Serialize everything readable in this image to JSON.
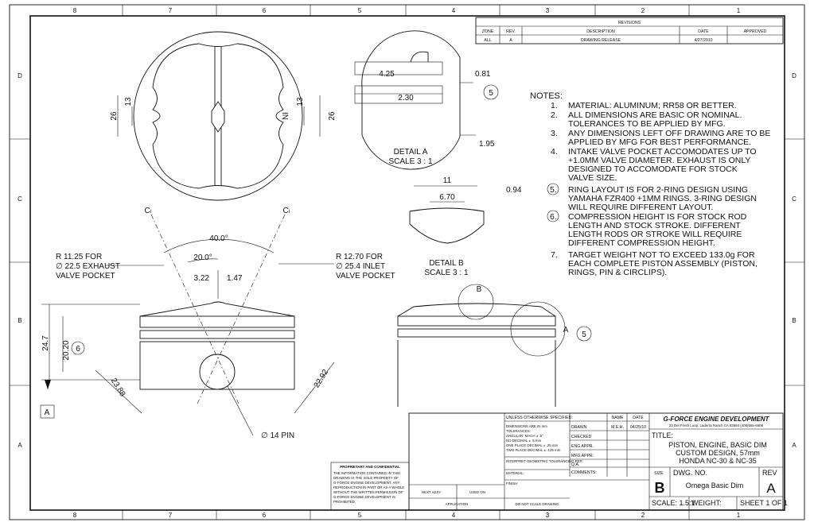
{
  "zones": {
    "columns": [
      "8",
      "7",
      "6",
      "5",
      "4",
      "3",
      "2",
      "1"
    ],
    "rows": [
      "D",
      "C",
      "B",
      "A"
    ]
  },
  "revisions": {
    "title": "REVISIONS",
    "headers": [
      "ZONE",
      "REV.",
      "DESCRIPTION",
      "DATE",
      "APPROVED"
    ],
    "rows": [
      [
        "ALL",
        "A",
        "DRAWING RELEASE",
        "4/27/2010",
        ""
      ]
    ]
  },
  "top_view": {
    "dim_26_left": "26",
    "dim_13_left": "13",
    "dim_13_right": "13",
    "dim_26_right": "26",
    "in_mark": "IN"
  },
  "detail_a": {
    "dim1": "4.25",
    "dim2": "2.30",
    "dim3": "0.81",
    "dim4": "1.95",
    "balloon": "5",
    "title": "DETAIL A",
    "scale": "SCALE 3 : 1"
  },
  "detail_b": {
    "dim1": "11",
    "dim2": "6.70",
    "dim3": "0.94",
    "title": "DETAIL B",
    "scale": "SCALE 3 : 1"
  },
  "notes": {
    "title": "NOTES:",
    "items": [
      {
        "num": "1.",
        "lines": [
          "MATERIAL: ALUMINUM; RR58 OR BETTER."
        ]
      },
      {
        "num": "2.",
        "lines": [
          "ALL DIMENSIONS ARE BASIC OR NOMINAL.",
          "TOLERANCES TO BE APPLIED BY MFG."
        ]
      },
      {
        "num": "3.",
        "lines": [
          "ANY DIMENSIONS LEFT OFF DRAWING ARE TO BE",
          "APPLIED BY MFG FOR BEST PERFORMANCE."
        ]
      },
      {
        "num": "4.",
        "lines": [
          "INTAKE VALVE POCKET ACCOMODATES UP TO",
          "+1.0MM VALVE DIAMETER.  EXHAUST IS ONLY",
          "DESIGNED TO ACCOMODATE FOR STOCK",
          "VALVE SIZE."
        ]
      },
      {
        "num": "5.",
        "lines": [
          "RING LAYOUT IS FOR 2-RING DESIGN USING",
          "YAMAHA FZR400 +1MM RINGS.  3-RING DESIGN",
          "WILL REQUIRE DIFFERENT LAYOUT."
        ]
      },
      {
        "num": "6.",
        "lines": [
          "COMPRESSION HEIGHT IS FOR STOCK ROD",
          "LENGTH AND STOCK STROKE.  DIFFERENT",
          "LENGTH RODS OR STROKE WILL REQUIRE",
          "DIFFERENT COMPRESSION HEIGHT."
        ]
      },
      {
        "num": "7.",
        "lines": [
          "TARGET WEIGHT NOT TO EXCEED 133.0g FOR",
          "EACH COMPLETE PISTON ASSEMBLY (PISTON,",
          "RINGS, PIN & CIRCLIPS)."
        ]
      }
    ]
  },
  "side_view": {
    "cl_left": "Cₗ",
    "cl_right": "Cₗ",
    "angle_40": "40.0°",
    "angle_20": "20.0°",
    "dim_322": "3.22",
    "dim_147": "1.47",
    "exhaust_lines": [
      "R 11.25 FOR",
      "∅ 22.5 EXHAUST",
      "VALVE POCKET"
    ],
    "inlet_lines": [
      "R 12.70 FOR",
      "∅ 25.4 INLET",
      "VALVE POCKET"
    ],
    "dim_247": "24.7",
    "dim_2020": "20.20",
    "balloon": "6",
    "dim_2388": "23.88",
    "dim_2292": "22.92",
    "pin": "∅ 14 PIN",
    "datum": "A"
  },
  "right_view": {
    "detail_b_label": "B",
    "detail_a_label": "A",
    "balloon": "5"
  },
  "title_block": {
    "unless": "UNLESS OTHERWISE SPECIFIED:",
    "name_hdr": "NAME",
    "date_hdr": "DATE",
    "tolerance_lines": [
      "DIMENSIONS ARE IN mm",
      "TOLERANCES:",
      "ANGULAR: MACH ± .5°",
      "NO DECIMAL        ± .5 mm",
      "ONE PLACE DECIMAL  ± .25 mm",
      "TWO PLACE DECIMAL ± .125 mm"
    ],
    "interp": "INTERPRET GEOMETRIC TOLERANCING PER:",
    "material": "MATERIAL",
    "finish": "FINISH",
    "drawn": "DRAWN",
    "drawn_name": "M.E.H.",
    "drawn_date": "04/25/10",
    "checked": "CHECKED",
    "eng_appr": "ENG APPR.",
    "mfg_appr": "MFG APPR.",
    "qa": "Q.A.",
    "comments": "COMMENTS:",
    "company": "G-FORCE ENGINE DEVELOPMENT",
    "company_sub": "22 Del Fresh Loop, Laderra Ranch CA 92694  (408)555-6608",
    "title_label": "TITLE:",
    "title_lines": [
      "PISTON, ENGINE, BASIC DIM",
      "CUSTOM DESIGN, 57mm",
      "HONDA NC-30 & NC-35"
    ],
    "size_label": "SIZE",
    "size": "B",
    "dwg_label": "DWG.  NO.",
    "dwg_no": "Omega Basic Dim",
    "rev_label": "REV",
    "rev": "A",
    "scale": "SCALE: 1.5:1",
    "weight": "WEIGHT:",
    "sheet": "SHEET 1 OF 1",
    "next_assy": "NEXT ASSY",
    "used_on": "USED ON",
    "application": "APPLICATION",
    "do_not_scale": "DO NOT SCALE DRAWING",
    "prop_title": "PROPRIETARY AND CONFIDENTIAL",
    "prop_lines": [
      "THE INFORMATION CONTAINED IN THIS",
      "DRAWING IS THE SOLE PROPERTY OF",
      "G-FORCE ENGINE DEVELOPMENT.  ANY",
      "REPRODUCTION IN PART OR AS A WHOLE",
      "WITHOUT THE WRITTEN PERMISSION OF",
      "G-FORCE ENGINE DEVELOPMENT IS",
      "PROHIBITED."
    ]
  }
}
